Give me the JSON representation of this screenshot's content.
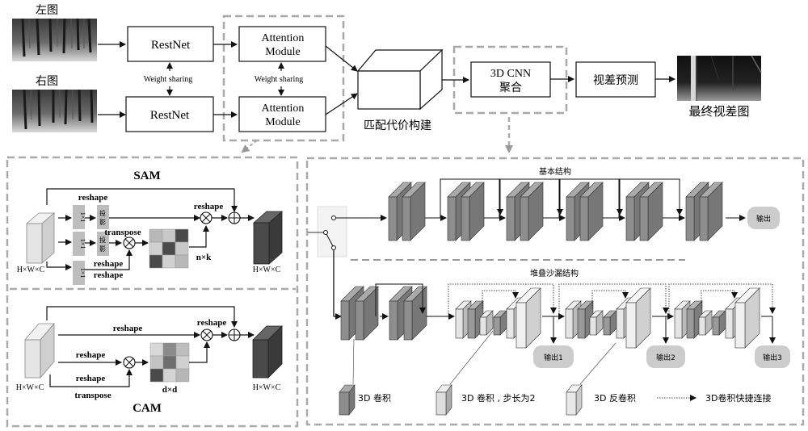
{
  "top": {
    "left_image_label": "左图",
    "right_image_label": "右图",
    "restnet_top": "RestNet",
    "restnet_bottom": "RestNet",
    "weight_sharing_1": "Weight sharing",
    "weight_sharing_2": "Weight sharing",
    "attention_top_l1": "Attention",
    "attention_top_l2": "Module",
    "attention_bottom_l1": "Attention",
    "attention_bottom_l2": "Module",
    "cost_volume_label": "匹配代价构建",
    "cnn_l1": "3D CNN",
    "cnn_l2": "聚合",
    "disparity_predict": "视差预测",
    "final_label": "最终视差图"
  },
  "sam": {
    "title": "SAM",
    "reshape_top": "reshape",
    "conv_label": "1×1",
    "proj_label_1": "投",
    "proj_label_2": "影",
    "transpose": "transpose",
    "reshape_mid": "reshape",
    "reshape_bot_1": "reshape",
    "reshape_bot_2": "reshape",
    "matrix_label": "n×k",
    "input_dim": "H×W×C",
    "output_dim": "H×W×C",
    "matrix_shades": [
      "#b8b8b8",
      "#c8c8c8",
      "#4a4a4a",
      "#d0d0d0",
      "#4a4a4a",
      "#c8c8c8",
      "#4a4a4a",
      "#d0d0d0",
      "#b8b8b8"
    ]
  },
  "cam": {
    "title": "CAM",
    "reshape_top": "reshape",
    "reshape_mid": "reshape",
    "reshape_bot": "reshape",
    "transpose": "transpose",
    "reshape_out": "reshape",
    "matrix_label": "d×d",
    "input_dim": "H×W×C",
    "output_dim": "H×W×C",
    "matrix_shades": [
      "#d8d8d8",
      "#8a8a8a",
      "#bdbdbd",
      "#c4c4c4",
      "#6e6e6e",
      "#d0d0d0",
      "#4a4a4a",
      "#d4d4d4",
      "#b6b6b6"
    ]
  },
  "cnn3d": {
    "basic_title": "基本结构",
    "stacked_title": "堆叠沙漏结构",
    "output": "输出",
    "output1": "输出1",
    "output2": "输出2",
    "output3": "输出3",
    "legend": {
      "conv3d": "3D 卷积",
      "conv3d_stride": "3D 卷积 , 步长为2",
      "deconv3d": "3D 反卷积",
      "shortcut": "3D卷积快捷连接"
    }
  }
}
